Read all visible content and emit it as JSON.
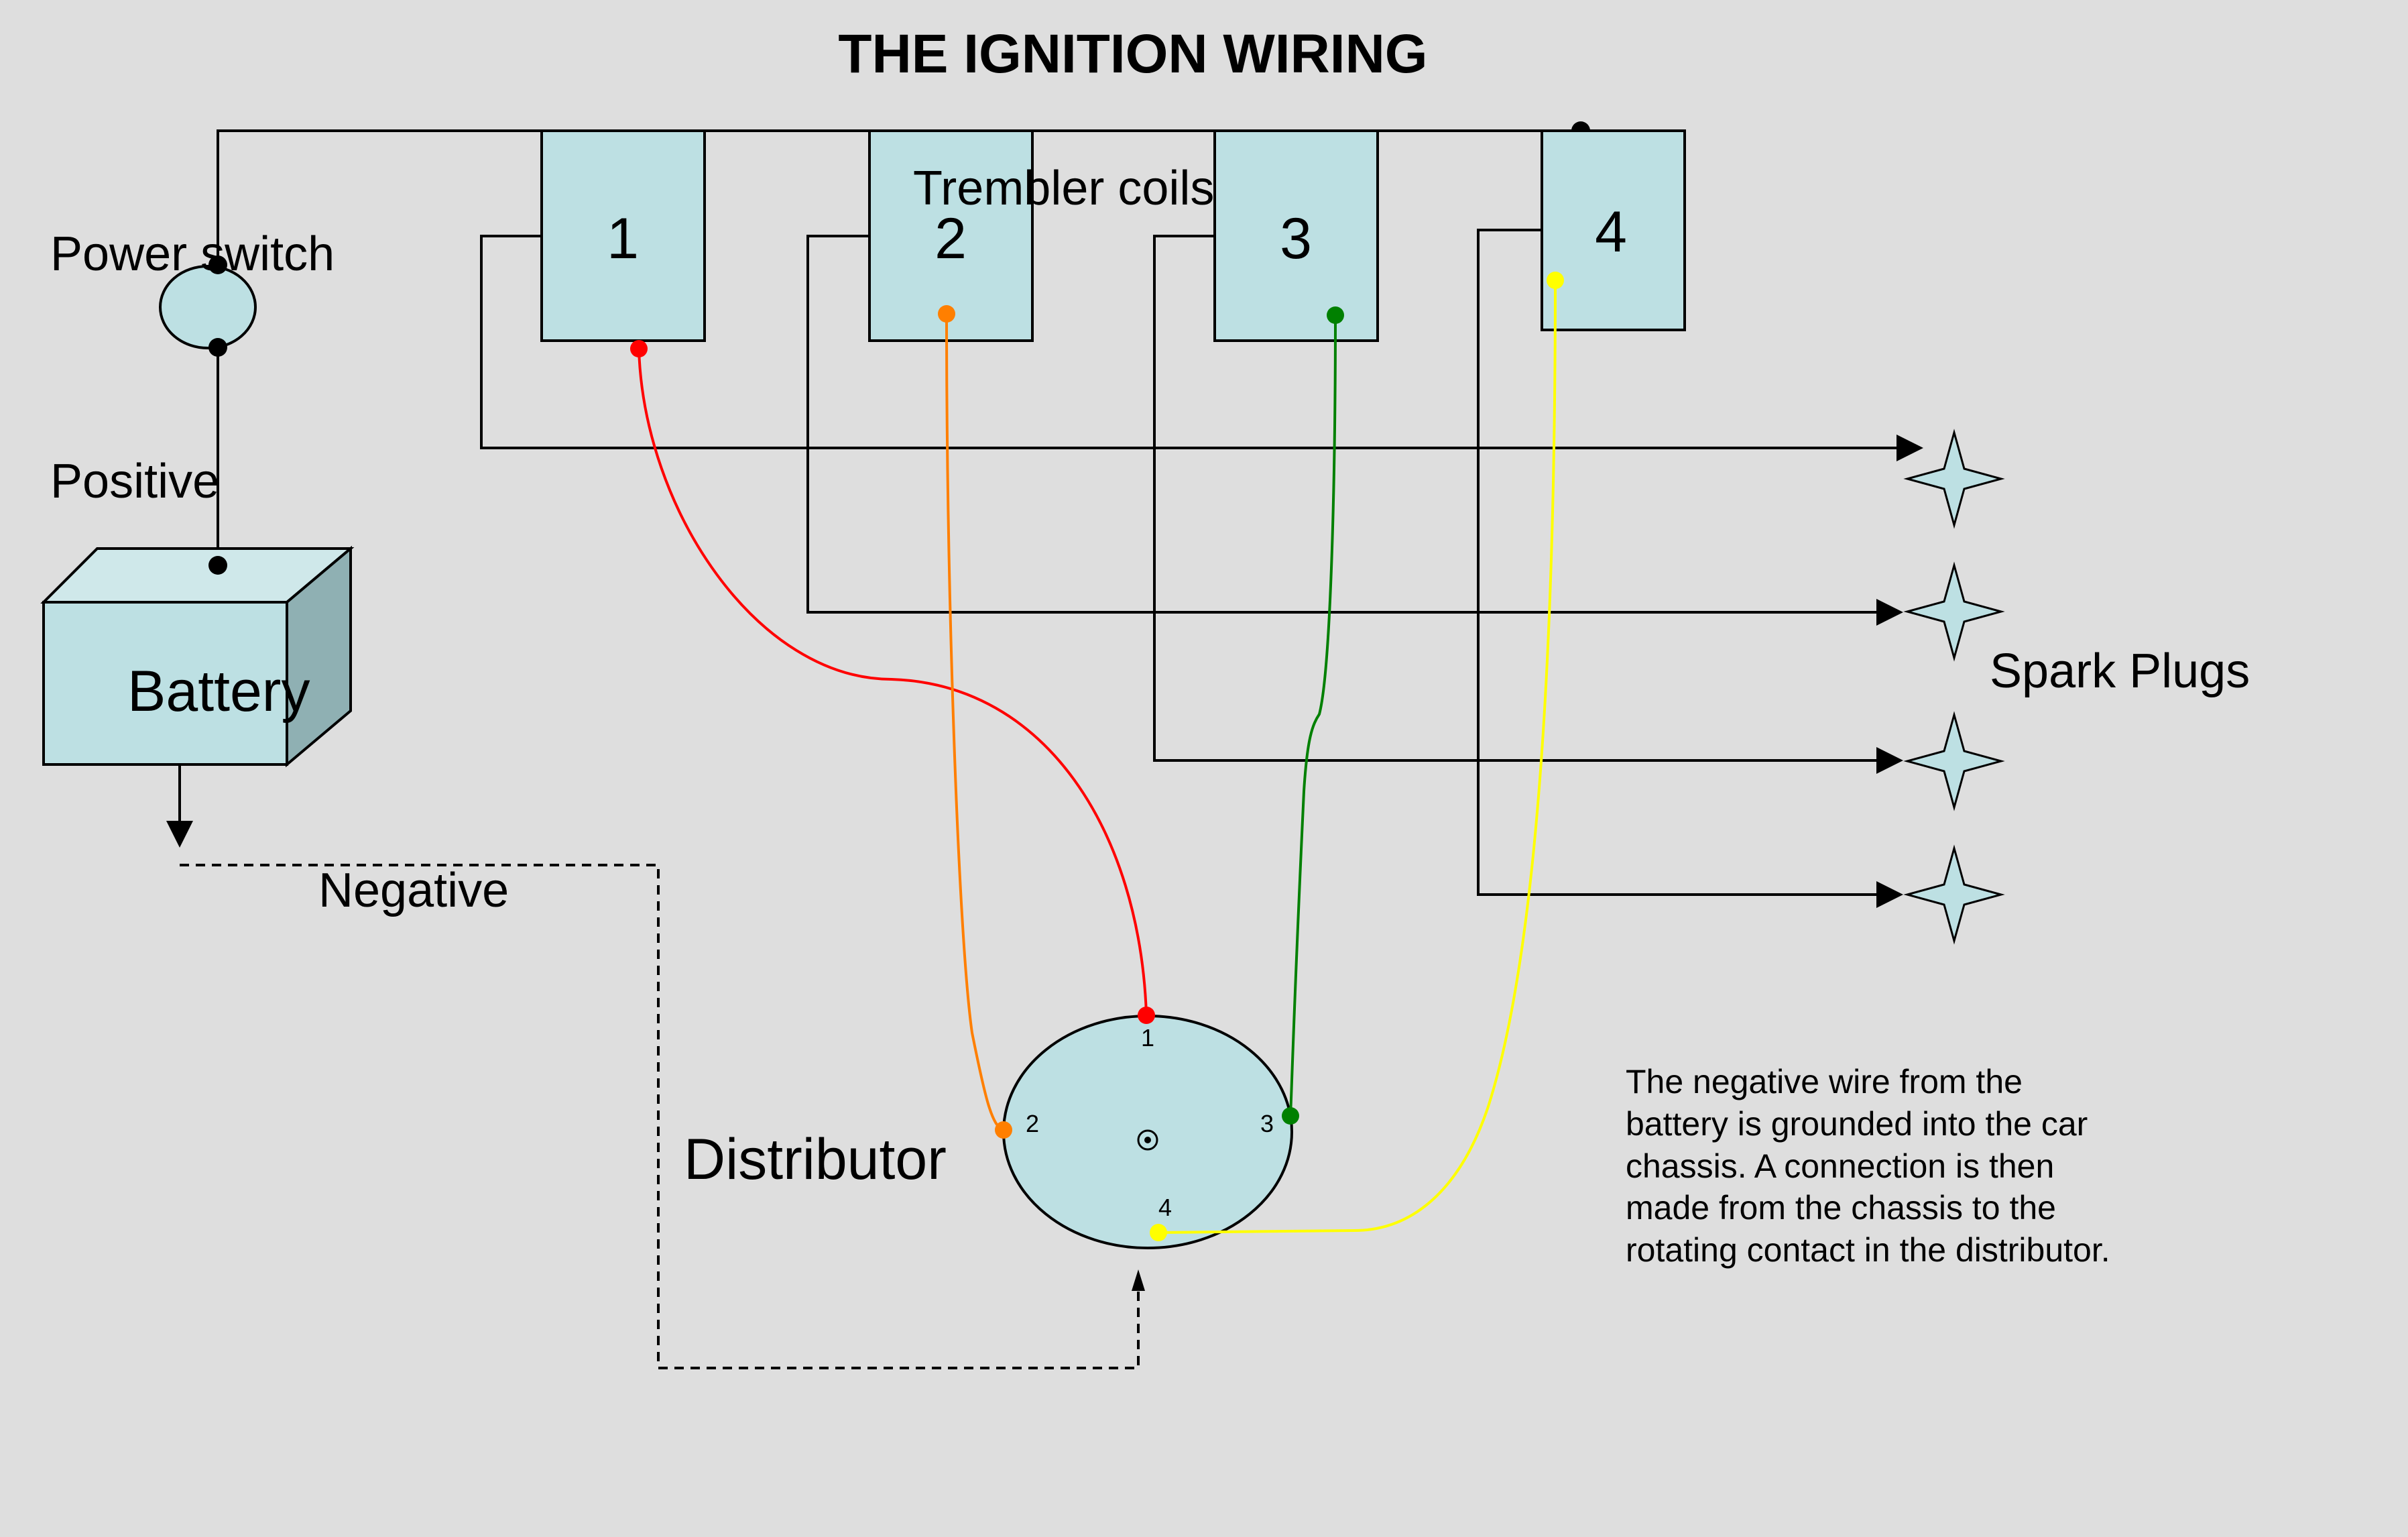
{
  "title": "THE IGNITION WIRING",
  "labels": {
    "power_switch": "Power switch",
    "positive": "Positive",
    "battery": "Battery",
    "negative": "Negative",
    "trembler_coils": "Trembler coils",
    "spark_plugs": "Spark Plugs",
    "distributor": "Distributor"
  },
  "coils": [
    "1",
    "2",
    "3",
    "4"
  ],
  "distributor_terminals": [
    "1",
    "2",
    "3",
    "4"
  ],
  "wire_colors": {
    "coil_1": "#ff0000",
    "coil_2": "#ff7f00",
    "coil_3": "#008000",
    "coil_4": "#ffff00"
  },
  "note_lines": [
    "The negative wire from the",
    "battery is grounded into the car",
    "chassis. A connection is then",
    "made from the chassis to the",
    "rotating contact in the distributor."
  ]
}
